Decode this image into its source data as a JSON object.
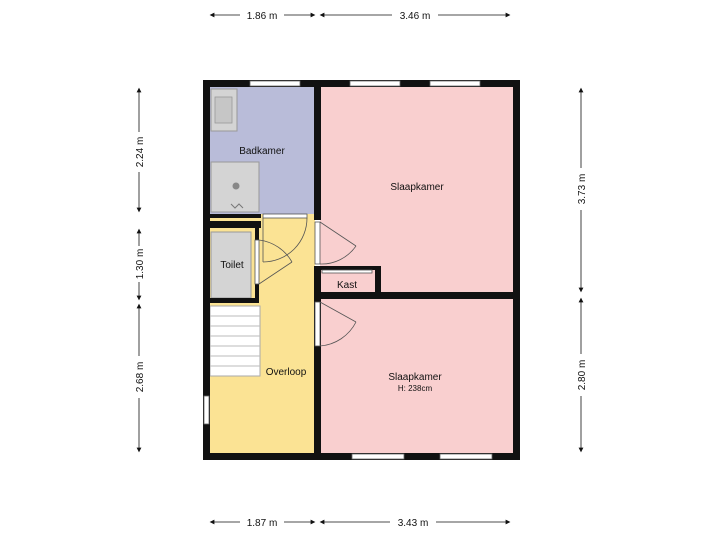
{
  "rooms": {
    "badkamer": "Badkamer",
    "slaapkamer_top": "Slaapkamer",
    "toilet": "Toilet",
    "kast": "Kast",
    "overloop": "Overloop",
    "slaapkamer_bottom": "Slaapkamer",
    "slaapkamer_bottom_height": "H: 238cm"
  },
  "dimensions": {
    "top_left": "1.86 m",
    "top_right": "3.46 m",
    "bottom_left": "1.87 m",
    "bottom_right": "3.43 m",
    "left_top": "2.24 m",
    "left_mid": "1.30 m",
    "left_bottom": "2.68 m",
    "right_top": "3.73 m",
    "right_bottom": "2.80 m"
  },
  "colors": {
    "bedroom": "#f9cfcf",
    "bathroom": "#b9bcd9",
    "landing": "#fbe394",
    "wall": "#111111",
    "fixture": "#d4d4d4"
  }
}
